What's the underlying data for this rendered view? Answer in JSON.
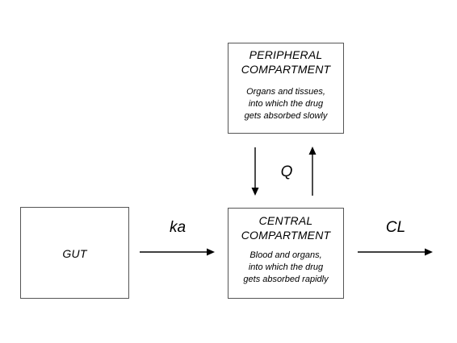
{
  "peripheral": {
    "title_lines": [
      "PERIPHERAL",
      "COMPARTMENT"
    ],
    "desc_lines": [
      "Organs and tissues,",
      "into which the drug",
      "gets absorbed slowly"
    ]
  },
  "central": {
    "title_lines": [
      "CENTRAL",
      "COMPARTMENT"
    ],
    "desc_lines": [
      "Blood and organs,",
      "into which the drug",
      "gets absorbed rapidly"
    ]
  },
  "gut": {
    "label": "GUT"
  },
  "rates": {
    "absorption": "ka",
    "intercompartmental": "Q",
    "clearance": "CL"
  }
}
